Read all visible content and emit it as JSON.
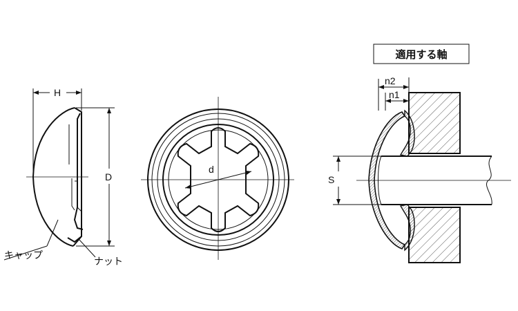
{
  "labels": {
    "H": "H",
    "D": "D",
    "d": "d",
    "S": "S",
    "n1": "n1",
    "n2": "n2",
    "cap": "キャップ",
    "nut": "ナット",
    "applicable_shaft": "適用する軸"
  }
}
